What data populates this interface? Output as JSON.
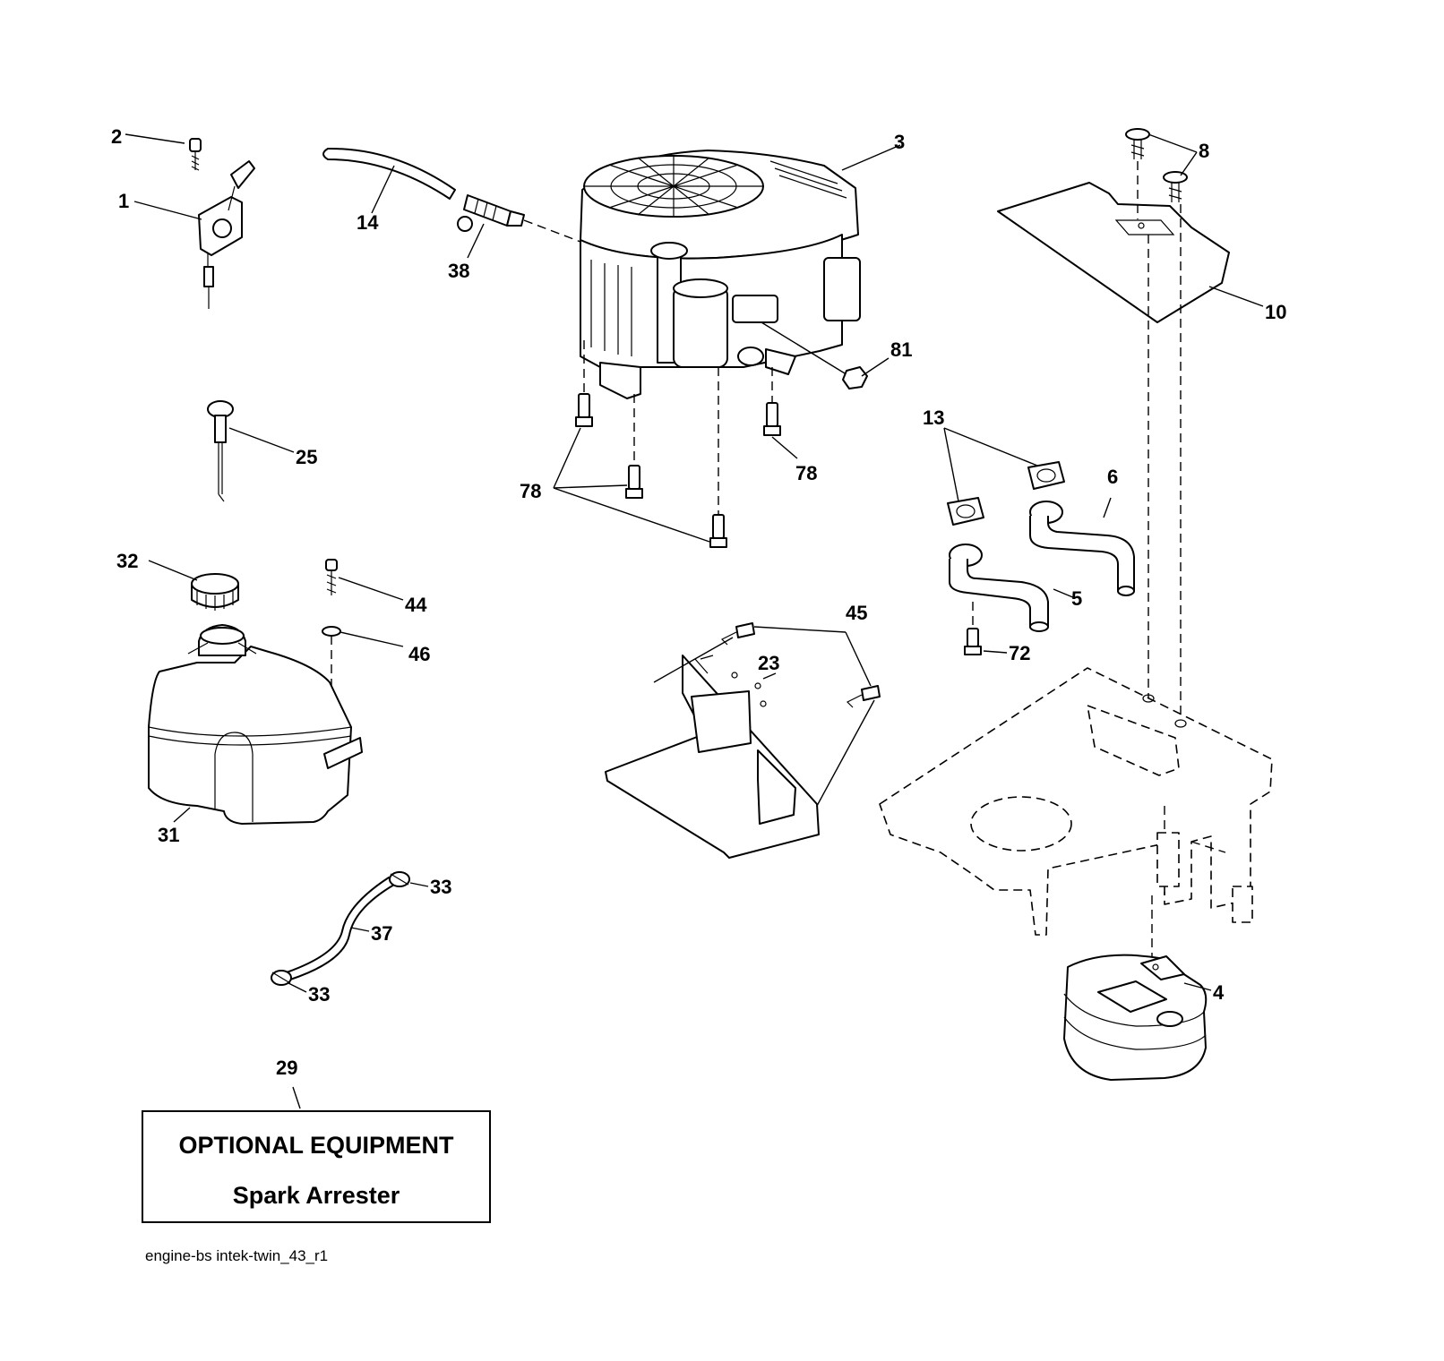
{
  "callouts": {
    "c1": "1",
    "c2": "2",
    "c3": "3",
    "c4": "4",
    "c5": "5",
    "c6": "6",
    "c8": "8",
    "c10": "10",
    "c13": "13",
    "c14": "14",
    "c23": "23",
    "c25": "25",
    "c29": "29",
    "c31": "31",
    "c32": "32",
    "c33a": "33",
    "c33b": "33",
    "c37": "37",
    "c38": "38",
    "c44": "44",
    "c45": "45",
    "c46": "46",
    "c72": "72",
    "c78a": "78",
    "c78b": "78",
    "c81": "81"
  },
  "optional_box": {
    "title": "OPTIONAL EQUIPMENT",
    "subtitle": "Spark Arrester"
  },
  "footer": {
    "drawing_id": "engine-bs intek-twin_43_r1"
  }
}
